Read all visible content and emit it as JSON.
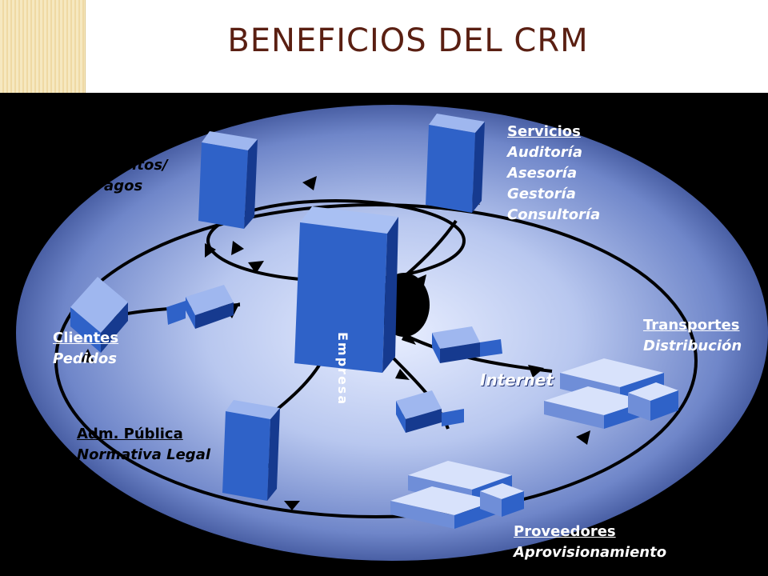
{
  "title": "BENEFICIOS DEL CRM",
  "center": {
    "label": "Empresa"
  },
  "internet": {
    "label": "Internet"
  },
  "nodes": {
    "bancos": {
      "title": "Bancos",
      "items": [
        "Créditos/",
        "Pagos"
      ]
    },
    "servicios": {
      "title": "Servicios",
      "items": [
        "Auditoría",
        "Asesoría",
        "Gestoría",
        "Consultoría"
      ]
    },
    "clientes": {
      "title": "Clientes",
      "items": [
        "Pedidos"
      ]
    },
    "transportes": {
      "title": "Transportes",
      "items": [
        "Distribución"
      ]
    },
    "adm_publica": {
      "title": "Adm. Pública",
      "items": [
        "Normativa Legal"
      ]
    },
    "proveedores": {
      "title": "Proveedores",
      "items": [
        "Aprovisionamiento"
      ]
    }
  },
  "colors": {
    "title": "#5a1f12",
    "building": "#2f62c8",
    "arrow": "#000000",
    "disc": "#b8c7ef"
  }
}
